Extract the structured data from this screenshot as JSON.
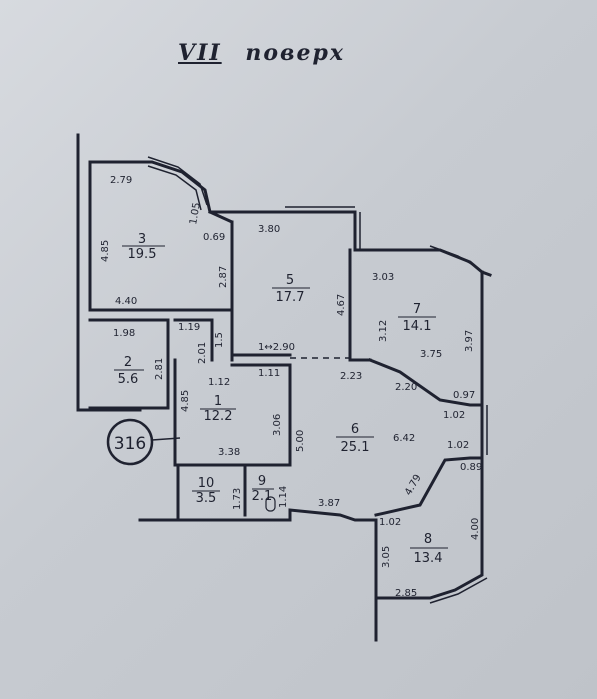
{
  "title": {
    "floor_roman": "VII",
    "floor_word": "поверх"
  },
  "apartment_no": "316",
  "rooms": [
    {
      "no": "1",
      "area": "12.2"
    },
    {
      "no": "2",
      "area": "5.6"
    },
    {
      "no": "3",
      "area": "19.5"
    },
    {
      "no": "5",
      "area": "17.7"
    },
    {
      "no": "6",
      "area": "25.1"
    },
    {
      "no": "7",
      "area": "14.1"
    },
    {
      "no": "8",
      "area": "13.4"
    },
    {
      "no": "9",
      "area": "2.1"
    },
    {
      "no": "10",
      "area": "3.5"
    }
  ],
  "dimensions": {
    "d279": "2.79",
    "d105": "1.05",
    "d069": "0.69",
    "d485": "4.85",
    "d440": "4.40",
    "d287": "2.87",
    "d380": "3.80",
    "d467": "4.67",
    "d290": "1↔2.90",
    "d303": "3.03",
    "d312": "3.12",
    "d397": "3.97",
    "d375": "3.75",
    "d198": "1.98",
    "d281": "2.81",
    "d119": "1.19",
    "d201": "2.01",
    "d15": "1.5",
    "d112": "1.12",
    "d111": "1.11",
    "d485b": "4.85",
    "d338": "3.38",
    "d306": "3.06",
    "d500": "5.00",
    "d223": "2.23",
    "d220": "2.20",
    "d097": "0.97",
    "d102a": "1.02",
    "d642": "6.42",
    "d102b": "1.02",
    "d089": "0.89",
    "d479": "4.79",
    "d387": "3.87",
    "d173": "1.73",
    "d114": "1.14",
    "d102c": "1.02",
    "d305": "3.05",
    "d400": "4.00",
    "d285": "2.85"
  },
  "colors": {
    "ink": "#1f2230",
    "paper": "#d2d5da"
  }
}
